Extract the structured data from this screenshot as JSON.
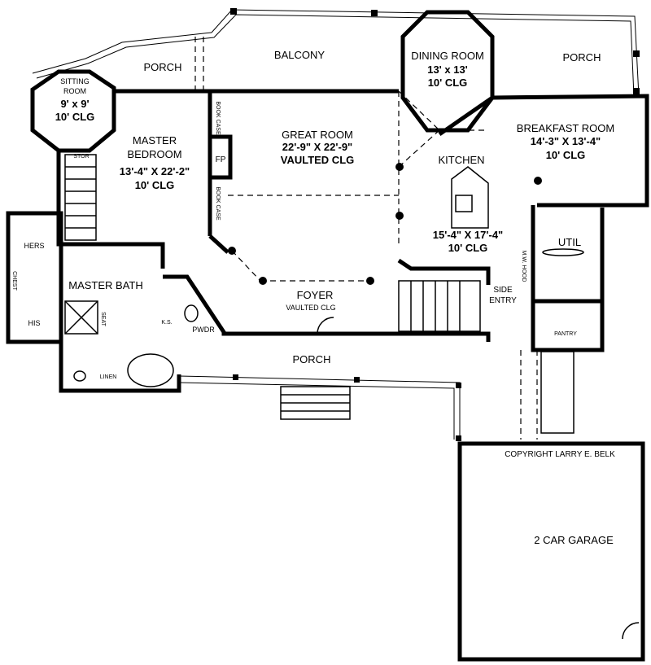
{
  "rooms": {
    "porch_left": {
      "name": "PORCH"
    },
    "balcony": {
      "name": "BALCONY"
    },
    "dining": {
      "name": "DINING ROOM",
      "size": "13' x 13'",
      "ceiling": "10' CLG"
    },
    "porch_right": {
      "name": "PORCH"
    },
    "sitting": {
      "name1": "SITTING",
      "name2": "ROOM",
      "size": "9' x 9'",
      "ceiling": "10' CLG"
    },
    "master_bedroom": {
      "name1": "MASTER",
      "name2": "BEDROOM",
      "size": "13'-4\" X 22'-2\"",
      "ceiling": "10' CLG"
    },
    "great_room": {
      "name": "GREAT ROOM",
      "size": "22'-9\" X 22'-9\"",
      "ceiling": "VAULTED CLG"
    },
    "breakfast": {
      "name": "BREAKFAST ROOM",
      "size": "14'-3\" X 13'-4\"",
      "ceiling": "10' CLG"
    },
    "kitchen": {
      "name": "KITCHEN",
      "size": "15'-4\" X 17'-4\"",
      "ceiling": "10' CLG"
    },
    "util": {
      "name": "UTIL"
    },
    "pantry": {
      "name": "PANTRY"
    },
    "side_entry": {
      "name1": "SIDE",
      "name2": "ENTRY"
    },
    "master_bath": {
      "name": "MASTER BATH"
    },
    "hers": {
      "name": "HERS"
    },
    "his": {
      "name": "HIS"
    },
    "chest": {
      "name": "CHEST"
    },
    "seat": {
      "name": "SEAT"
    },
    "ks": {
      "name": "K.S."
    },
    "pwdr": {
      "name": "PWDR"
    },
    "linen": {
      "name": "LINEN"
    },
    "stor": {
      "name": "STOR"
    },
    "foyer": {
      "name": "FOYER",
      "ceiling": "VAULTED CLG"
    },
    "porch_front": {
      "name": "PORCH"
    },
    "garage": {
      "name": "2 CAR GARAGE"
    },
    "book_case_top": {
      "name": "BOOK CASE"
    },
    "book_case_bottom": {
      "name": "BOOK CASE"
    },
    "fireplace": {
      "name": "FP"
    },
    "mw_hood": {
      "name": "M.W. HOOD"
    }
  },
  "copyright": "COPYRIGHT LARRY E. BELK"
}
